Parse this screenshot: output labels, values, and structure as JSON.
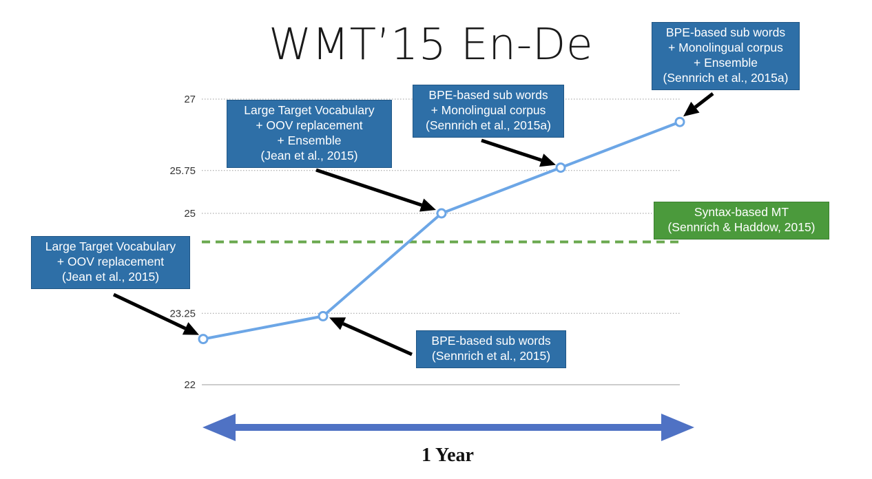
{
  "chart_data": {
    "type": "line",
    "title": "WMT’15 En-De",
    "x": [
      1,
      2,
      3,
      4,
      5
    ],
    "values": [
      22.8,
      23.2,
      25.0,
      25.8,
      26.6
    ],
    "yticks": [
      "22",
      "23.25",
      "25",
      "25.75",
      "27"
    ],
    "ylim": [
      22,
      27
    ],
    "reference_line": {
      "label": "Syntax-based MT",
      "value": 24.5
    },
    "xaxis_caption": "1 Year",
    "annotations": [
      {
        "point": 1,
        "lines": [
          "Large Target Vocabulary",
          "+ OOV replacement",
          "(Jean et al., 2015)"
        ]
      },
      {
        "point": 2,
        "lines": [
          "BPE-based sub words",
          "(Sennrich et al., 2015)"
        ]
      },
      {
        "point": 3,
        "lines": [
          "Large Target Vocabulary",
          "+ OOV replacement",
          "+ Ensemble",
          "(Jean et al., 2015)"
        ]
      },
      {
        "point": 4,
        "lines": [
          "BPE-based sub words",
          "+ Monolingual corpus",
          "(Sennrich et al., 2015a)"
        ]
      },
      {
        "point": 5,
        "lines": [
          "BPE-based sub words",
          "+ Monolingual corpus",
          "+ Ensemble",
          "(Sennrich et al., 2015a)"
        ]
      },
      {
        "point": "reference",
        "lines": [
          "Syntax-based MT",
          "(Sennrich & Haddow, 2015)"
        ]
      }
    ],
    "colors": {
      "line": "#6ca6e6",
      "reference": "#6aa84f",
      "callout": "#2e6fa7",
      "callout_green": "#4b9a3c",
      "arrow": "#4f72c4"
    },
    "grid": true
  }
}
